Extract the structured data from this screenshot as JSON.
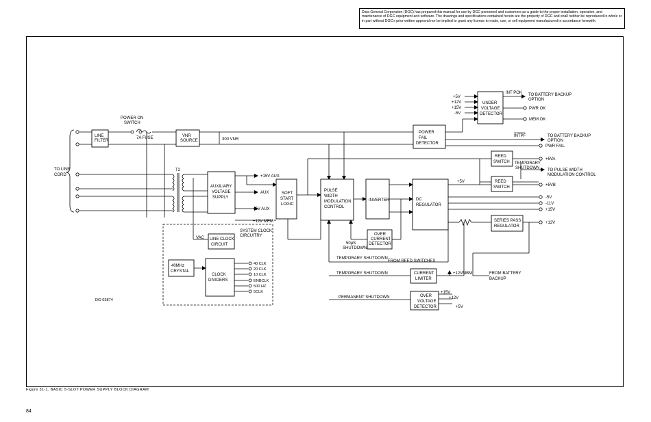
{
  "notice": "Data General Corporation (DGC) has prepared this manual for use by DGC personnel and customers as a guide to the proper installation, operation, and maintenance of DGC equipment and software. The drawings and specifications contained herein are the property of DGC and shall neither be reproduced in whole or in part without DGC's prior written approval nor be implied to grant any license to make, use, or sell equipment manufactured in accordance herewith.",
  "caption": "Figure 31-1.   BASIC 5-SLOT POWER SUPPLY BLOCK DIAGRAM",
  "page_number": "84",
  "ref_code": "DG-03874",
  "labels": {
    "to_line_cord": [
      "TO LINE",
      "CORD"
    ],
    "line_filter": [
      "LINE",
      "FILTER"
    ],
    "power_on_switch": [
      "POWER ON",
      "SWITCH"
    ],
    "fuse": "7A FUSE",
    "vnr_source": [
      "VNR",
      "SOURCE"
    ],
    "vnr_300": "300 VNR",
    "t2": "T2",
    "aux_supply": [
      "AUXILIARY",
      "VOLTAGE",
      "SUPPLY"
    ],
    "plus15_aux": "+15V AUX",
    "aux": "AUX",
    "plus5_aux": "+5V AUX",
    "plus12_mem": "+12V MEM",
    "soft_start": [
      "SOFT",
      "START",
      "LOGIC"
    ],
    "pwm": [
      "PULSE",
      "WIDTH",
      "MODULATION",
      "CONTROL"
    ],
    "inverter": "INVERTER",
    "dc_regulator": [
      "DC",
      "REGULATOR"
    ],
    "over_current": [
      "OVER",
      "CURRENT",
      "DETECTOR"
    ],
    "shutdown_50us": [
      "50μS",
      "SHUTDOWN"
    ],
    "system_clock": [
      "SYSTEM CLOCK",
      "CIRCUITRY"
    ],
    "vac": "VAC",
    "line_clock": [
      "LINE CLOCK",
      "CIRCUIT"
    ],
    "crystal": [
      "40MHz",
      "CRYSTAL"
    ],
    "clock_dividers": [
      "CLOCK",
      "DIVIDERS"
    ],
    "clock_outputs": [
      "40 CLK",
      "20 CLK",
      "10 CLK",
      "ENBCLK",
      "500 HZ",
      "5CLK"
    ],
    "under_voltage_inputs": [
      "+5V",
      "+12V",
      "+15V",
      "-5V"
    ],
    "under_voltage": [
      "UNDER",
      "VOLTAGE",
      "DETECTOR"
    ],
    "int_pok": "INT POK",
    "to_battery_backup_1": [
      "TO BATTERY BACKUP",
      "OPTION"
    ],
    "pwr_ok": "PWR OK",
    "mem_ok": "MEM OK",
    "power_fail": [
      "POWER",
      "FAIL",
      "DETECTOR"
    ],
    "intpf": "INTPF",
    "to_battery_backup_2": [
      "TO BATTERY BACKUP",
      "OPTION"
    ],
    "pwr_fail": "PWR FAIL",
    "reed_switch": [
      "REED",
      "SWITCH"
    ],
    "plus5va": "+5VA",
    "temp_shutdown": [
      "TEMPORARY",
      "SHUTDOWN"
    ],
    "to_pwm_control": [
      "TO PULSE WIDTH",
      "MODULATION CONTROL"
    ],
    "plus5vb": "+5VB",
    "plus5v": "+5V",
    "minus5v": "-5V",
    "minus11v": "-11V",
    "plus15v": "+15V",
    "series_pass": [
      "SERIES PASS",
      "REGULATOR"
    ],
    "plus12v": "+12V",
    "temp_shutdown_reed": [
      "TEMPORARY SHUTDOWN",
      "FROM REED SWITCHES"
    ],
    "temp_shutdown_2": "TEMPORARY SHUTDOWN",
    "current_limiter": [
      "CURRENT",
      "LIMITER"
    ],
    "plus12vmbm": "+12VMBM",
    "from_battery_backup": [
      "FROM BATTERY",
      "BACKUP"
    ],
    "permanent_shutdown": "PERMANENT SHUTDOWN",
    "over_voltage_inputs": [
      "+15V",
      "+12V",
      "+5V"
    ],
    "over_voltage": [
      "OVER",
      "VOLTAGE",
      "DETECTOR"
    ]
  }
}
